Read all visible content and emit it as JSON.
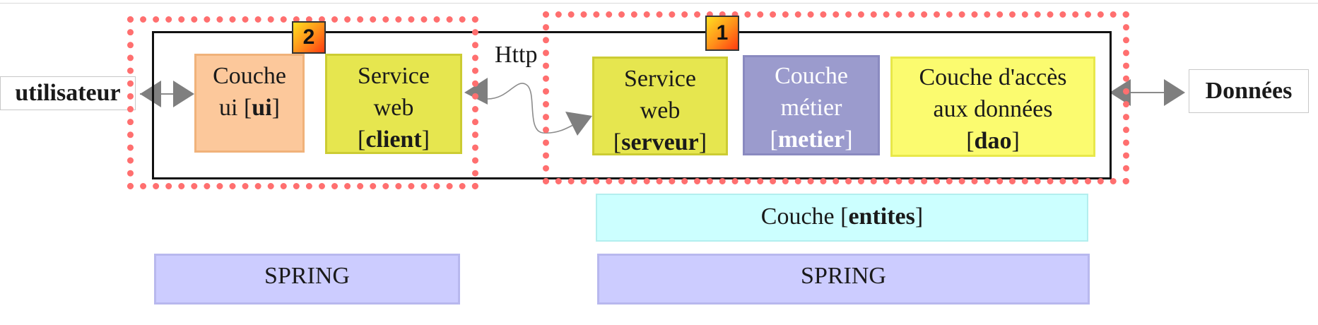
{
  "endpoints": {
    "user": "utilisateur",
    "data": "Données"
  },
  "protocol_label": "Http",
  "badges": {
    "client_group": "2",
    "server_group": "1"
  },
  "client_layers": {
    "ui": {
      "line1": "Couche",
      "line2_pre": "ui [",
      "line2_bold": "ui",
      "line2_post": "]"
    },
    "ws_client": {
      "line1": "Service",
      "line2": "web",
      "line3_pre": "[",
      "line3_bold": "client",
      "line3_post": "]"
    }
  },
  "server_layers": {
    "ws_server": {
      "line1": "Service",
      "line2": "web",
      "line3_pre": "[",
      "line3_bold": "serveur",
      "line3_post": "]"
    },
    "metier": {
      "line1": "Couche",
      "line2": "métier",
      "line3_pre": "[",
      "line3_bold": "metier",
      "line3_post": "]"
    },
    "dao": {
      "line1": "Couche d'accès",
      "line2": "aux données",
      "line3_pre": "[",
      "line3_bold": "dao",
      "line3_post": "]"
    }
  },
  "entities": {
    "pre": "Couche [",
    "bold": "entites",
    "post": "]"
  },
  "spring": {
    "client": "SPRING",
    "server": "SPRING"
  },
  "colors": {
    "dashed_outline": "#ff6f6f",
    "ui_layer": "#fcc89b",
    "ws_layer": "#e6e64f",
    "metier_layer": "#9b9bcd",
    "dao_layer": "#fbfb6f",
    "entities_layer": "#ccffff",
    "spring_layer": "#ccccff",
    "arrow": "#808080"
  }
}
